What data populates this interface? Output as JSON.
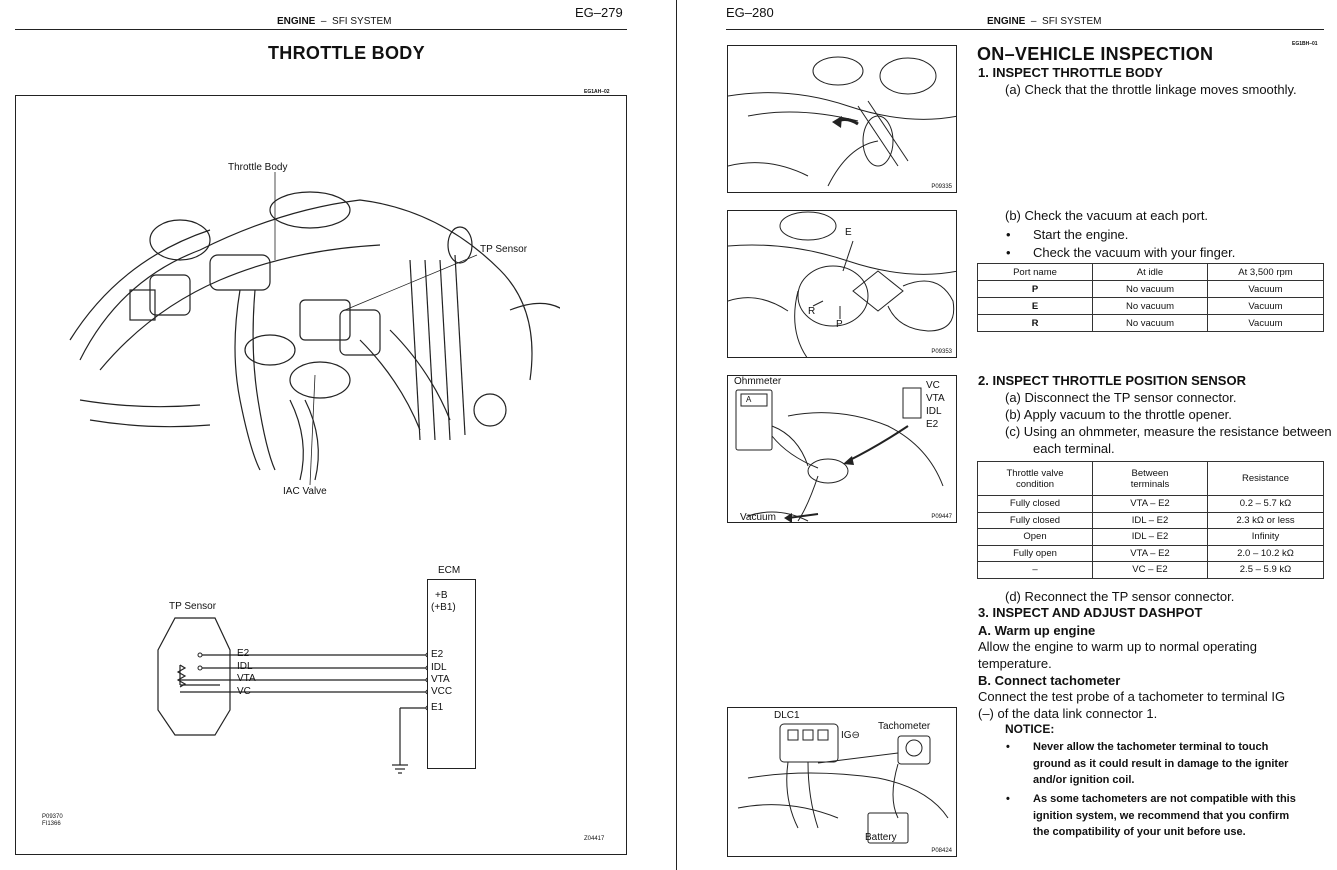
{
  "left_page": {
    "header_section": "ENGINE",
    "header_dash": "–",
    "header_system": "SFI SYSTEM",
    "page_number": "EG–279",
    "title": "THROTTLE BODY",
    "section_code": "EG1AH–02",
    "labels": {
      "throttle_body": "Throttle Body",
      "tp_sensor": "TP Sensor",
      "iac_valve": "IAC Valve"
    },
    "wiring": {
      "ecm": "ECM",
      "sensor_title": "TP Sensor",
      "b_plus": "+B",
      "b1": "(+B1)",
      "sensor_terminals": [
        "E2",
        "IDL",
        "VTA",
        "VC"
      ],
      "ecm_terminals": [
        "E2",
        "IDL",
        "VTA",
        "VCC",
        "E1"
      ]
    },
    "ref_1": "P09370",
    "ref_2": "FI1366",
    "ref_3": "Z04417"
  },
  "right_page": {
    "page_number": "EG–280",
    "header_section": "ENGINE",
    "header_dash": "–",
    "header_system": "SFI SYSTEM",
    "section_code": "EG1BH–01",
    "title": "ON–VEHICLE INSPECTION",
    "step1": "1. INSPECT THROTTLE BODY",
    "step1a": "(a) Check that the throttle linkage moves smoothly.",
    "step1b": "(b) Check the vacuum at each port.",
    "bullet1": "Start the engine.",
    "bullet2": "Check the vacuum with your finger.",
    "vacuum_table": {
      "headers": [
        "Port name",
        "At idle",
        "At 3,500 rpm"
      ],
      "rows": [
        [
          "P",
          "No vacuum",
          "Vacuum"
        ],
        [
          "E",
          "No vacuum",
          "Vacuum"
        ],
        [
          "R",
          "No vacuum",
          "Vacuum"
        ]
      ]
    },
    "step2": "2. INSPECT THROTTLE POSITION SENSOR",
    "step2a": "(a) Disconnect the TP sensor connector.",
    "step2b": "(b) Apply vacuum to the throttle opener.",
    "step2c_1": "(c) Using an ohmmeter, measure the resistance between",
    "step2c_2": "each terminal.",
    "resistance_table": {
      "header1_l1": "Throttle valve",
      "header1_l2": "condition",
      "header2_l1": "Between",
      "header2_l2": "terminals",
      "header3": "Resistance",
      "rows": [
        [
          "Fully closed",
          "VTA – E2",
          "0.2 – 5.7 kΩ"
        ],
        [
          "Fully closed",
          "IDL – E2",
          "2.3 kΩ or less"
        ],
        [
          "Open",
          "IDL – E2",
          "Infinity"
        ],
        [
          "Fully open",
          "VTA – E2",
          "2.0 – 10.2 kΩ"
        ],
        [
          "–",
          "VC – E2",
          "2.5 – 5.9 kΩ"
        ]
      ]
    },
    "step2d": "(d) Reconnect the TP sensor connector.",
    "step3": "3. INSPECT AND ADJUST DASHPOT",
    "stepA": "A. Warm up engine",
    "stepA_text_1": "Allow the engine to warm up to normal operating",
    "stepA_text_2": "temperature.",
    "stepB": "B. Connect tachometer",
    "stepB_text_1": "Connect the test probe of a tachometer to terminal IG",
    "stepB_text_2": "(–) of the data link connector 1.",
    "notice": "NOTICE:",
    "notice1_1": "Never allow the tachometer terminal to touch",
    "notice1_2": "ground as it could result in damage to the igniter",
    "notice1_3": "and/or ignition coil.",
    "notice2_1": "As some tachometers are not compatible with this",
    "notice2_2": "ignition system, we recommend that you confirm",
    "notice2_3": "the compatibility of your unit before use.",
    "fig1_id": "P09335",
    "fig2_id": "P09353",
    "fig2_labels": {
      "e": "E",
      "r": "R",
      "p": "P"
    },
    "fig3_id": "P09447",
    "fig3_labels": {
      "ohmmeter": "Ohmmeter",
      "vacuum": "Vacuum",
      "terminals": [
        "VC",
        "VTA",
        "IDL",
        "E2"
      ],
      "meter_a": "A"
    },
    "fig4_id": "P08424",
    "fig4_labels": {
      "dlc1": "DLC1",
      "ig": "IG⊖",
      "tachometer": "Tachometer",
      "battery": "Battery"
    }
  }
}
